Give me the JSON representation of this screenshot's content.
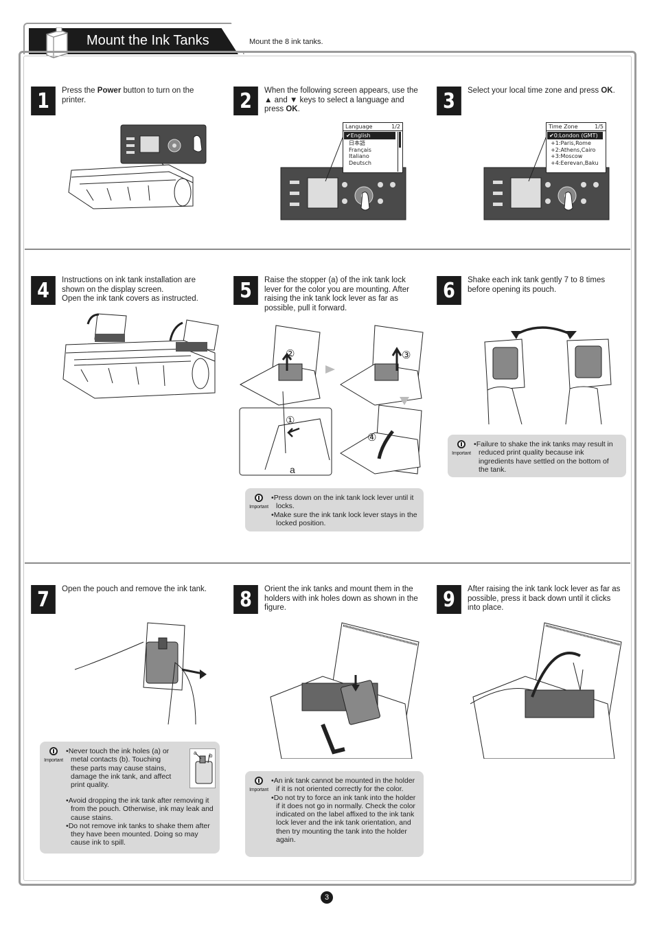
{
  "header": {
    "title": "Mount the Ink Tanks",
    "subtitle": "Mount the 8 ink tanks."
  },
  "steps": [
    {
      "num": "1",
      "parts": [
        "Press the ",
        "Power",
        " button to turn on the printer."
      ]
    },
    {
      "num": "2",
      "parts": [
        "When the following screen appears, use the ▲ and ▼ keys to select a language and press ",
        "OK",
        "."
      ]
    },
    {
      "num": "3",
      "parts": [
        "Select your local time zone and press ",
        "OK",
        "."
      ]
    },
    {
      "num": "4",
      "text": "Instructions on ink tank installation are shown on the display screen.\nOpen the ink tank covers as instructed."
    },
    {
      "num": "5",
      "text": "Raise the stopper (a) of the ink tank lock lever for the color you are mounting. After raising the ink tank lock lever as far as possible, pull it forward."
    },
    {
      "num": "6",
      "text": "Shake each ink tank gently 7 to 8 times before opening its pouch."
    },
    {
      "num": "7",
      "text": "Open the pouch and remove the ink tank."
    },
    {
      "num": "8",
      "text": "Orient the ink tanks and mount them in the holders with ink holes down as shown in the figure."
    },
    {
      "num": "9",
      "text": "After raising the ink tank lock lever as far as possible, press it back down until it clicks into place."
    }
  ],
  "lcd_language": {
    "header": "Language",
    "page": "1/2",
    "selected": "English",
    "options": [
      "日本語",
      "Français",
      "Italiano",
      "Deutsch"
    ]
  },
  "lcd_timezone": {
    "header": "Time Zone",
    "page": "1/5",
    "selected": "0:London   (GMT)",
    "options": [
      "+1:Paris,Rome",
      "+2:Athens,Cairo",
      "+3:Moscow",
      "+4:Eerevan,Baku"
    ]
  },
  "callout_labels": {
    "c1": "①",
    "c2": "②",
    "c3": "③",
    "c4": "④",
    "a": "a",
    "holes_a": "a",
    "holes_b": "b"
  },
  "notes": {
    "label": "Important",
    "step5": [
      "Press down on the ink tank lock lever until it locks.",
      "Make sure the ink tank lock lever stays in the locked position."
    ],
    "step6": [
      "Failure to shake the ink tanks may result in reduced print quality because ink ingredients have settled on the bottom of the tank."
    ],
    "step7": [
      "Never touch the ink holes (a) or metal contacts (b). Touching these parts may cause stains, damage the ink tank, and affect print quality.",
      "Avoid dropping the ink tank after removing it from the pouch. Otherwise, ink may leak and cause stains.",
      "Do not remove ink tanks to shake them after they have been mounted. Doing so may cause ink to spill."
    ],
    "step8": [
      "An ink tank cannot be mounted in the holder if it is not oriented correctly for the color.",
      "Do not try to force an ink tank into the holder if it does not go in normally. Check the color indicated on the label affixed to the ink tank lock lever and the ink tank orientation, and then try mounting the tank into the holder again."
    ]
  },
  "page_number": "3"
}
